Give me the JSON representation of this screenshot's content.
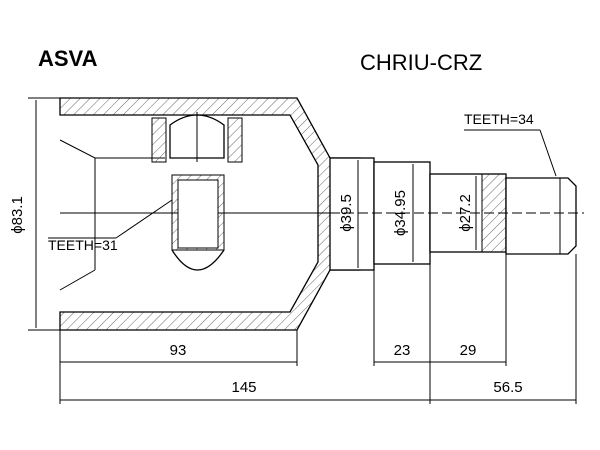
{
  "header": {
    "brand": "ASVA",
    "part_number": "CHRIU-CRZ"
  },
  "dimensions": {
    "overall_diameter": "ϕ83.1",
    "neck_diameter": "ϕ39.5",
    "seal_diameter": "ϕ34.95",
    "spline_root_diameter": "ϕ27.2",
    "housing_length": "93",
    "neck_length": "23",
    "spline_length": "29",
    "total_length": "145",
    "shaft_length": "56.5"
  },
  "notes": {
    "inner_teeth": "TEETH=31",
    "outer_teeth": "TEETH=34"
  }
}
